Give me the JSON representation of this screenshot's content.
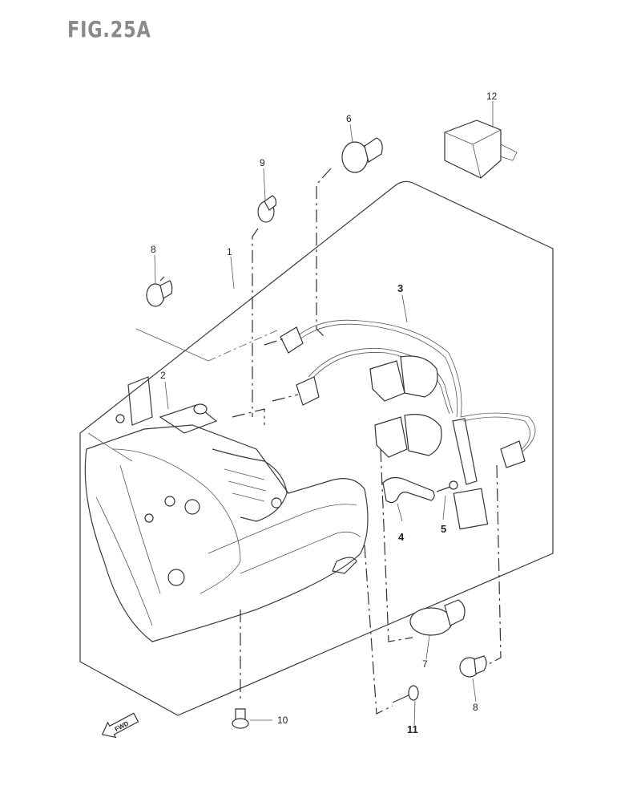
{
  "figure": {
    "title": "FIG.25A",
    "fwd_label": "FWD"
  },
  "callouts": [
    {
      "id": "1",
      "text": "1"
    },
    {
      "id": "2",
      "text": "2"
    },
    {
      "id": "3",
      "text": "3"
    },
    {
      "id": "4",
      "text": "4"
    },
    {
      "id": "5",
      "text": "5"
    },
    {
      "id": "6",
      "text": "6"
    },
    {
      "id": "7",
      "text": "7"
    },
    {
      "id": "8a",
      "text": "8"
    },
    {
      "id": "8b",
      "text": "8"
    },
    {
      "id": "9",
      "text": "9"
    },
    {
      "id": "10",
      "text": "10"
    },
    {
      "id": "11",
      "text": "11"
    },
    {
      "id": "12",
      "text": "12"
    }
  ]
}
